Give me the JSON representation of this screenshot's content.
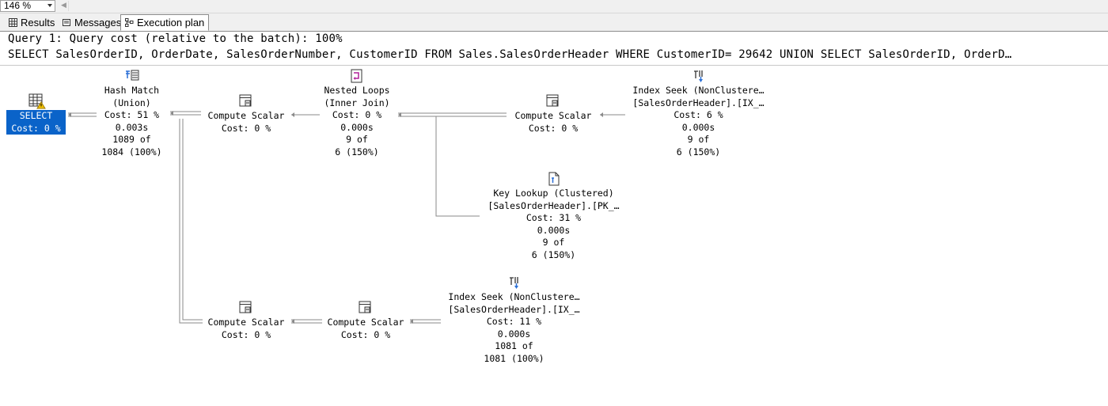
{
  "toolbar": {
    "zoom": "146 %"
  },
  "tabs": [
    {
      "label": "Results",
      "icon": "grid-icon"
    },
    {
      "label": "Messages",
      "icon": "messages-icon"
    },
    {
      "label": "Execution plan",
      "icon": "execution-plan-icon",
      "active": true
    }
  ],
  "query": {
    "header": "Query 1: Query cost (relative to the batch): 100%",
    "sql": "SELECT SalesOrderID, OrderDate, SalesOrderNumber, CustomerID FROM Sales.SalesOrderHeader WHERE CustomerID= 29642 UNION SELECT SalesOrderID, OrderD…"
  },
  "colors": {
    "selected": "#0a63c9",
    "connector": "#8a8a8a"
  },
  "plan": {
    "select": {
      "title": "SELECT",
      "cost": "Cost: 0 %"
    },
    "hash_match": {
      "title": "Hash Match",
      "sub": "(Union)",
      "cost": "Cost: 51 %",
      "time": "0.003s",
      "rows": "1089 of",
      "est": "1084 (100%)"
    },
    "compute_scalar_1": {
      "title": "Compute Scalar",
      "cost": "Cost: 0 %"
    },
    "nested_loops": {
      "title": "Nested Loops",
      "sub": "(Inner Join)",
      "cost": "Cost: 0 %",
      "time": "0.000s",
      "rows": "9 of",
      "est": "6 (150%)"
    },
    "compute_scalar_2": {
      "title": "Compute Scalar",
      "cost": "Cost: 0 %"
    },
    "index_seek_1": {
      "title": "Index Seek (NonClustere…",
      "sub": "[SalesOrderHeader].[IX_…",
      "cost": "Cost: 6 %",
      "time": "0.000s",
      "rows": "9 of",
      "est": "6 (150%)"
    },
    "key_lookup": {
      "title": "Key Lookup (Clustered)",
      "sub": "[SalesOrderHeader].[PK_…",
      "cost": "Cost: 31 %",
      "time": "0.000s",
      "rows": "9 of",
      "est": "6 (150%)"
    },
    "compute_scalar_3": {
      "title": "Compute Scalar",
      "cost": "Cost: 0 %"
    },
    "compute_scalar_4": {
      "title": "Compute Scalar",
      "cost": "Cost: 0 %"
    },
    "index_seek_2": {
      "title": "Index Seek (NonClustere…",
      "sub": "[SalesOrderHeader].[IX_…",
      "cost": "Cost: 11 %",
      "time": "0.000s",
      "rows": "1081 of",
      "est": "1081 (100%)"
    }
  }
}
